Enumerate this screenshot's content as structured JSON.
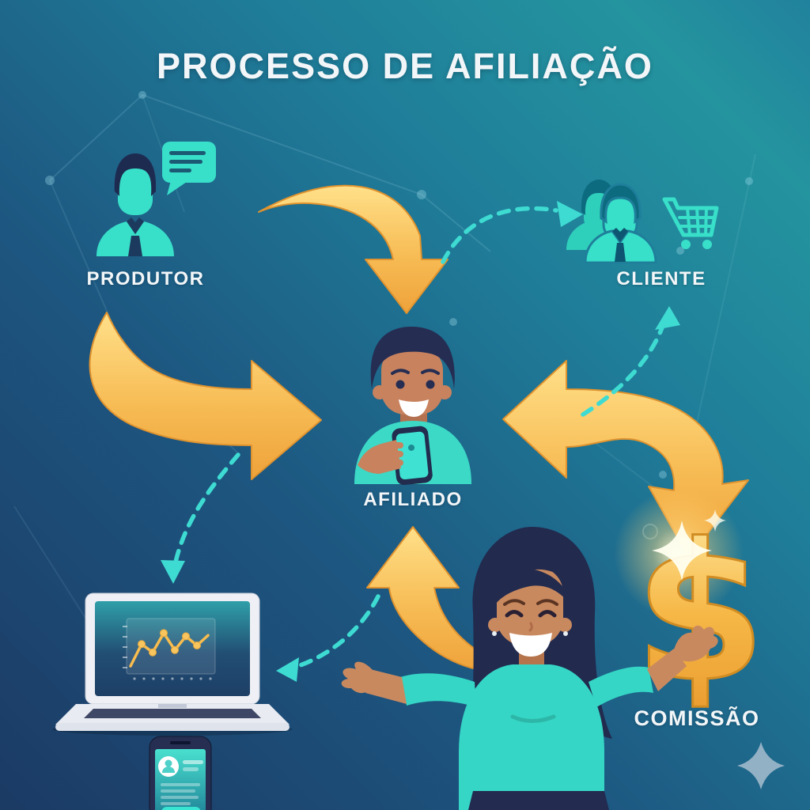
{
  "title": "PROCESSO DE AFILIAÇÃO",
  "nodes": {
    "produtor": {
      "label": "PRODUTOR",
      "icon": "person-with-speech-bubble-icon"
    },
    "cliente": {
      "label": "CLIENTE",
      "icon": "customers-with-shopping-cart-icon"
    },
    "afiliado": {
      "label": "AFILIADO",
      "icon": "man-holding-phone-illustration"
    },
    "comissao": {
      "label": "COMISSÃO",
      "symbol": "$",
      "icon": "dollar-sign-icon"
    }
  },
  "flows": [
    {
      "from": "produtor",
      "to": "afiliado",
      "style": "gold-curved-arrow-top"
    },
    {
      "from": "produtor",
      "to": "afiliado",
      "style": "gold-curved-arrow-left"
    },
    {
      "from": "cliente",
      "to": "afiliado",
      "style": "gold-curved-arrow-right-to-dollar"
    },
    {
      "from": "comissao",
      "to": "afiliado",
      "style": "gold-curved-arrow-bottom"
    },
    {
      "from": "afiliado",
      "to": "cliente",
      "style": "teal-dashed-arrow"
    },
    {
      "from": "comissao",
      "to": "cliente",
      "style": "teal-dashed-arrow"
    },
    {
      "from": "afiliado",
      "to": "laptop",
      "style": "teal-dashed-arrow"
    },
    {
      "from": "comissao",
      "to": "laptop",
      "style": "teal-dashed-arrow"
    }
  ],
  "colors": {
    "background_top_right": "#2baab2",
    "background_bottom_left": "#1b3a64",
    "accent_gold": "#f7bc55",
    "accent_teal": "#38dfc9",
    "dashed_teal": "#3edbd2",
    "label_white": "#f2f6f8",
    "dark_navy": "#222a4e"
  },
  "laptop_chart": {
    "type": "line",
    "values": [
      5,
      53,
      35,
      77,
      40,
      70,
      50,
      72
    ],
    "line_color": "#f8bd4e"
  }
}
